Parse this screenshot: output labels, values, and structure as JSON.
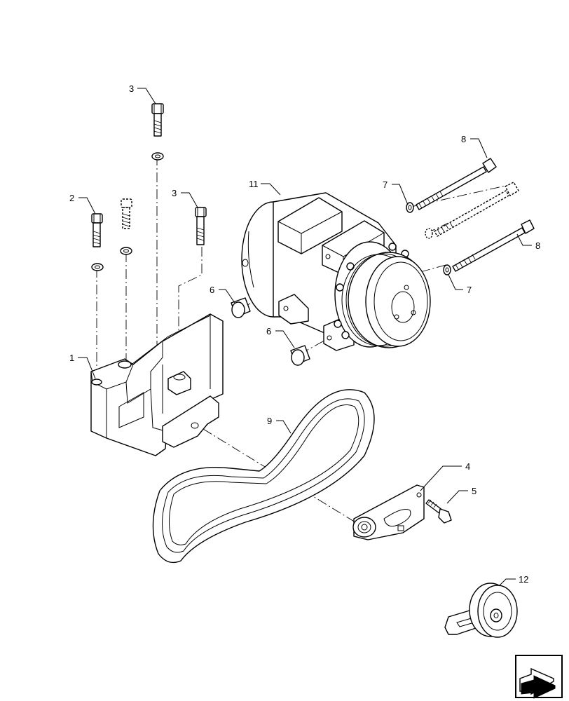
{
  "callouts": {
    "c1": "1",
    "c2": "2",
    "c3a": "3",
    "c3b": "3",
    "c4": "4",
    "c5": "5",
    "c6a": "6",
    "c6b": "6",
    "c7a": "7",
    "c7b": "7",
    "c8a": "8",
    "c8b": "8",
    "c9": "9",
    "c11": "11",
    "c12": "12"
  },
  "nav_icon": "next-page-arrow-icon"
}
